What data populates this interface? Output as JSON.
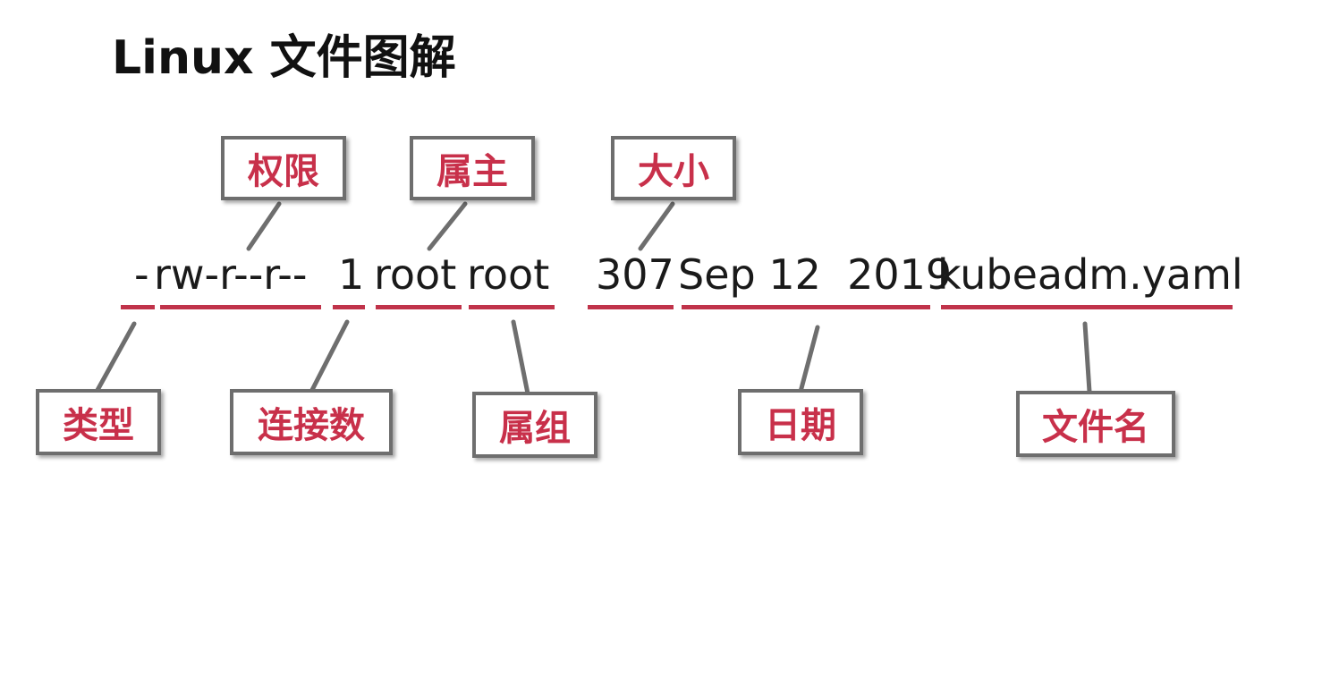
{
  "title": "Linux 文件图解",
  "ls_line": {
    "type": "-",
    "permissions": "rw-r--r--",
    "links": "1",
    "owner": "root",
    "group": "root",
    "size": "307",
    "date": "Sep 12  2019",
    "filename": "kubeadm.yaml"
  },
  "labels": {
    "permissions": "权限",
    "owner": "属主",
    "size": "大小",
    "type": "类型",
    "links": "连接数",
    "group": "属组",
    "date": "日期",
    "filename": "文件名"
  },
  "colors": {
    "accent": "#c8304a",
    "box_border": "#6e6e6e",
    "connector": "#6e6e6e"
  }
}
